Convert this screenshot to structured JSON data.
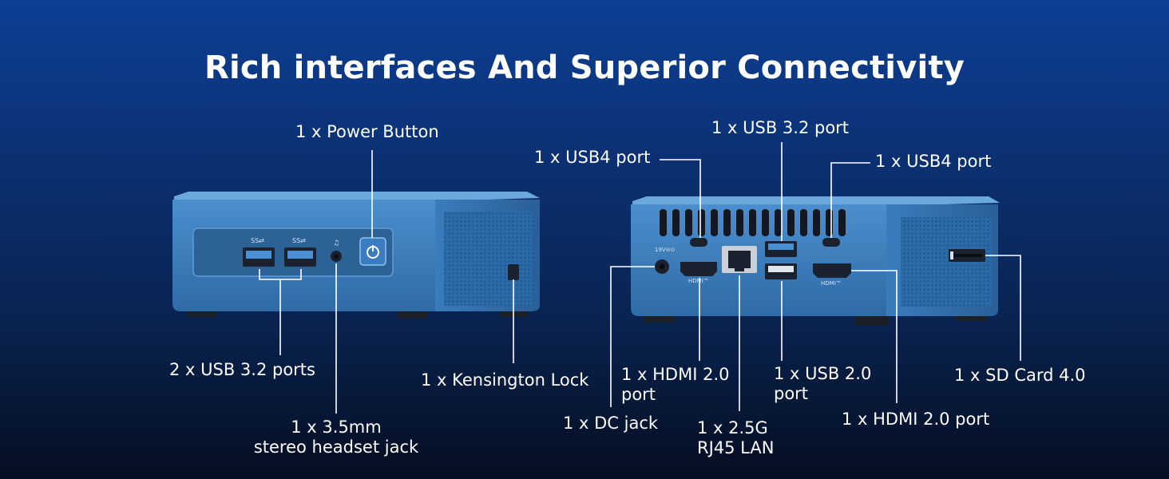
{
  "title": "Rich interfaces And Superior Connectivity",
  "front": {
    "power_button": "1 x Power Button",
    "usb32_ports": "2 x USB 3.2 ports",
    "audio_jack_line1": "1 x 3.5mm",
    "audio_jack_line2": "stereo headset jack",
    "kensington_lock": "1 x Kensington Lock"
  },
  "rear": {
    "usb4_left": "1 x USB4 port",
    "usb32_port": "1 x USB 3.2 port",
    "usb4_right": "1 x USB4 port",
    "hdmi_left_line1": "1 x HDMI 2.0",
    "hdmi_left_line2": "port",
    "dc_jack": "1 x DC jack",
    "lan_line1": "1 x 2.5G",
    "lan_line2": "RJ45 LAN",
    "usb20_line1": "1 x USB 2.0",
    "usb20_line2": "port",
    "hdmi_right": "1 x HDMI 2.0 port",
    "sd_card": "1 x SD Card 4.0"
  },
  "colors": {
    "bg_top": "#0e3f94",
    "bg_bottom": "#050e22",
    "device_body": "#3b7fc0",
    "device_top": "#5e9ed6",
    "leader_line": "#ffffff"
  }
}
